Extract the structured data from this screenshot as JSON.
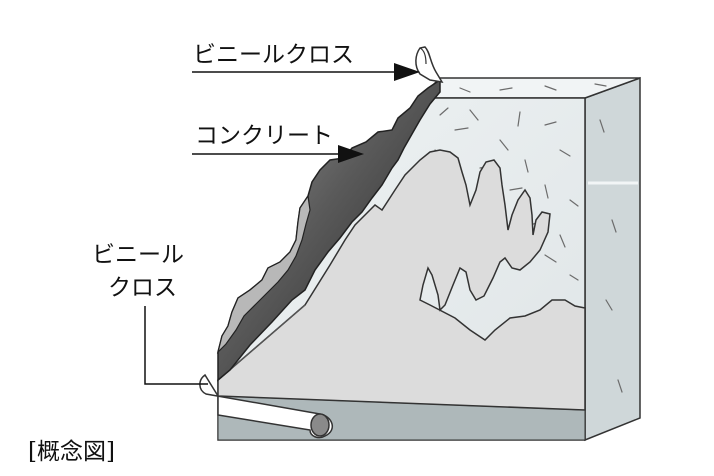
{
  "labels": {
    "vinyl_cloth_top": "ビニールクロス",
    "concrete": "コンクリート",
    "vinyl_cloth_left_line1": "ビニール",
    "vinyl_cloth_left_line2": "クロス"
  },
  "caption": "[概念図]",
  "colors": {
    "block_top": "#f4f6f7",
    "block_front": "#e4e9ea",
    "block_side": "#cfd7d9",
    "block_bottom_band": "#aeb8ba",
    "cloth": "#dcdcdc",
    "cloth_edge": "#333333",
    "crack_dark": "#2b2b2b",
    "crack_light": "#8a8a8a",
    "concrete_torn": "#bdbdbd",
    "line": "#111111"
  }
}
